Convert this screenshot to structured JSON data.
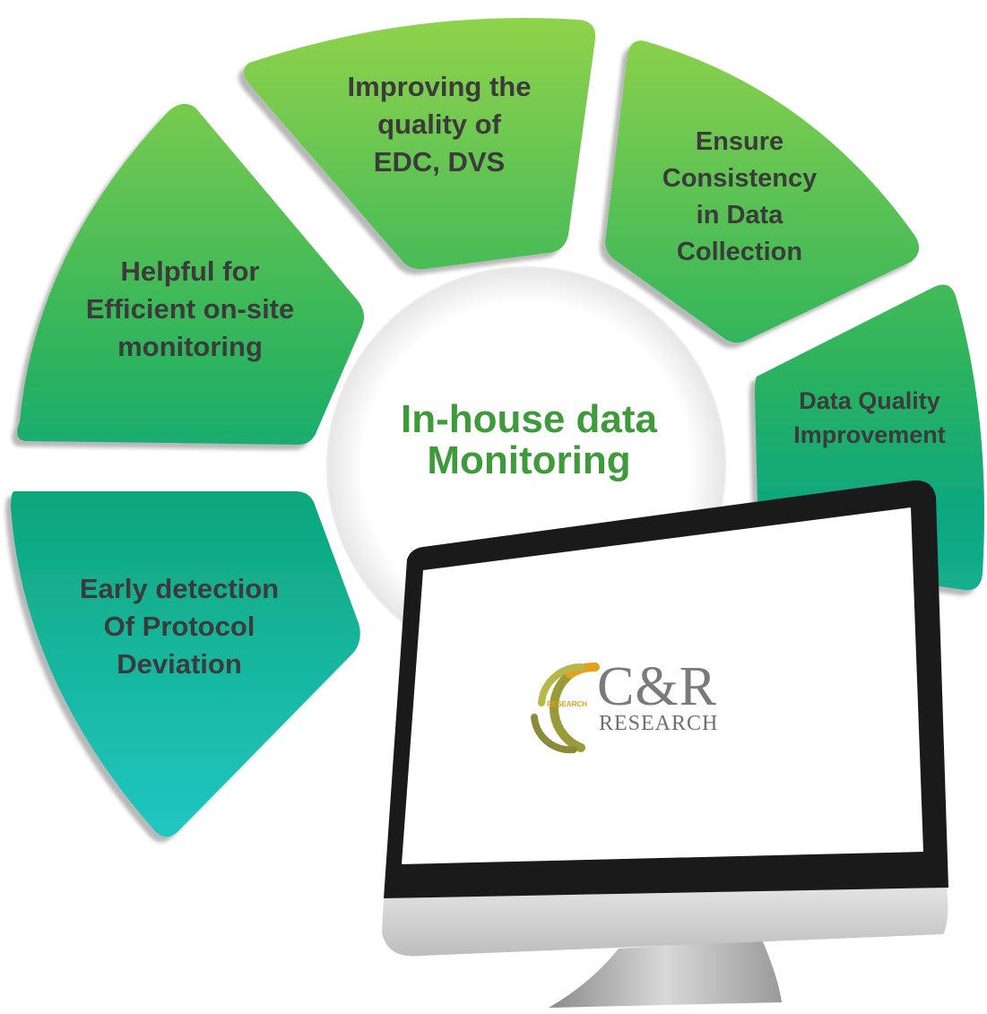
{
  "center": {
    "line1": "In-house data",
    "line2": "Monitoring"
  },
  "segments": [
    {
      "lines": [
        "Early detection",
        "Of Protocol",
        "Deviation"
      ]
    },
    {
      "lines": [
        "Helpful for",
        "Efficient on-site",
        "monitoring"
      ]
    },
    {
      "lines": [
        "Improving the",
        "quality of",
        "EDC, DVS"
      ]
    },
    {
      "lines": [
        "Ensure",
        "Consistency",
        "in Data",
        "Collection"
      ]
    },
    {
      "lines": [
        "Data Quality",
        "Improvement"
      ]
    }
  ],
  "logo": {
    "wordmark": "C&R",
    "subtitle": "RESEARCH",
    "badge": "RESEARCH"
  },
  "colors": {
    "green_top": "#8fcf4a",
    "green_mid": "#21a964",
    "teal_bottom": "#1cc4c0",
    "label_text": "#3b3b3b",
    "center_text": "#3e9a3b",
    "logo_gold": "#e3a21b",
    "logo_olive": "#9a9a3a"
  }
}
